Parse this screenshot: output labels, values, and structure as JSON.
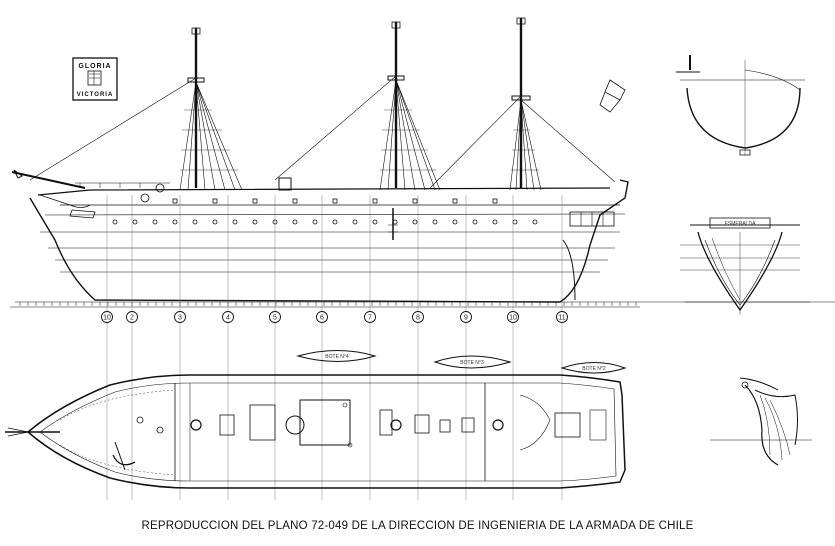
{
  "caption": "REPRODUCCION DEL PLANO 72-049 DE LA DIRECCION DE INGENIERIA DE LA ARMADA DE CHILE",
  "emblem": {
    "line1": "GLORIA",
    "line2": "VICTORIA"
  },
  "stations": [
    "10",
    "2",
    "3",
    "4",
    "5",
    "6",
    "7",
    "8",
    "9",
    "10",
    "11"
  ],
  "boat_labels": [
    "BOTE N°4",
    "BOTE N°3",
    "BOTE N°2"
  ],
  "stern_name": "ESMERALDA"
}
